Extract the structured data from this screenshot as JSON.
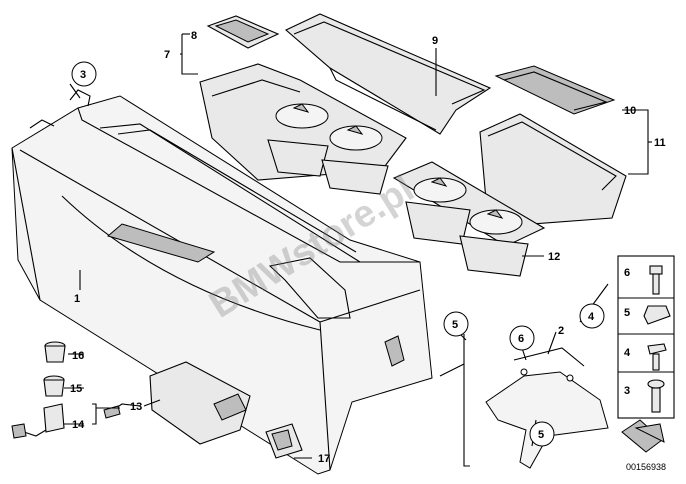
{
  "labels": {
    "p1": "1",
    "p2": "2",
    "p3": "3",
    "p4": "4",
    "p5a": "5",
    "p5b": "5",
    "p6": "6",
    "p7": "7",
    "p8": "8",
    "p9": "9",
    "p10": "10",
    "p11": "11",
    "p12": "12",
    "p13": "13",
    "p14": "14",
    "p15": "15",
    "p16": "16",
    "p17": "17"
  },
  "legend": {
    "items": [
      "6",
      "5",
      "4",
      "3"
    ]
  },
  "watermark": "BMWstore.pl",
  "diagram_id": "00156938"
}
